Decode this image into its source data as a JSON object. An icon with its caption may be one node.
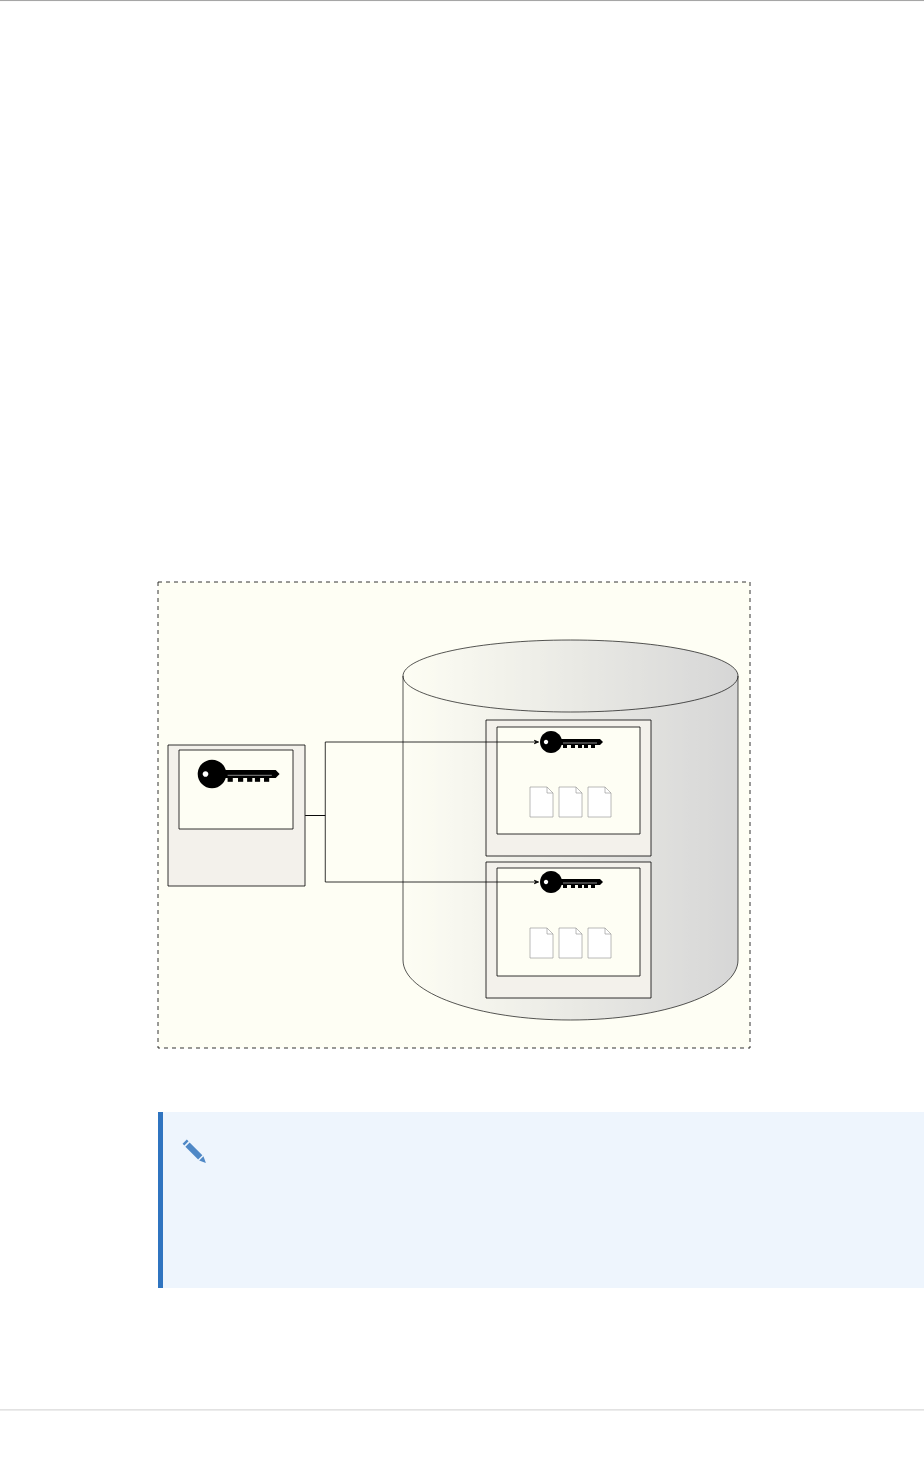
{
  "diagram": {
    "nodes": [
      {
        "text": [],
        "shape": "box"
      },
      {
        "text": [],
        "shape": "box",
        "in": 0
      },
      {
        "text": [],
        "shape": "box",
        "in": 1
      },
      {
        "text": [],
        "shape": "cylinder",
        "in": 0
      },
      {
        "text": [],
        "shape": "box",
        "in": 3
      },
      {
        "text": [],
        "shape": "box",
        "in": 4
      },
      {
        "text": [],
        "shape": "key",
        "in": 5
      },
      {
        "text": [],
        "shape": "box",
        "in": 3
      },
      {
        "text": [],
        "shape": "box",
        "in": 7
      },
      {
        "text": [],
        "shape": "key",
        "in": 8
      }
    ],
    "edges": [
      {
        "from": 1,
        "to": 6,
        "arrow": "to"
      },
      {
        "from": 1,
        "to": 9,
        "arrow": "to"
      }
    ]
  }
}
